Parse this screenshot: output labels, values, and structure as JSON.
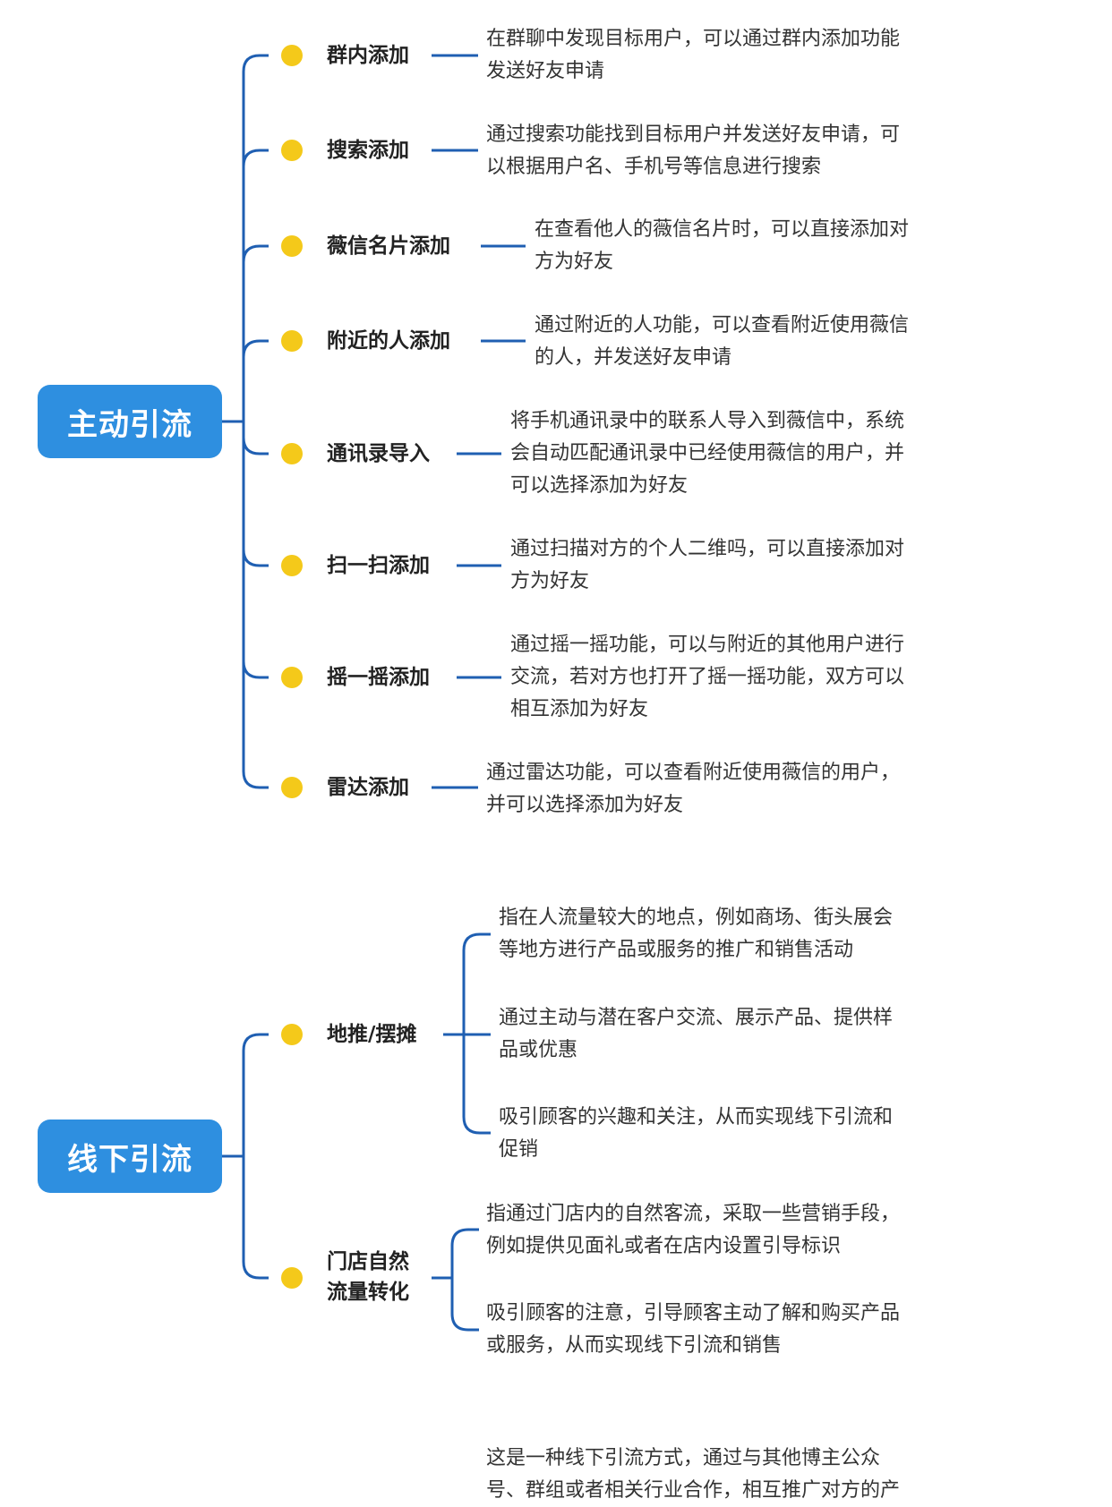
{
  "roots": [
    {
      "label": "主动引流"
    },
    {
      "label": "线下引流"
    }
  ],
  "active_branches": [
    {
      "label": "群内添加",
      "desc": "在群聊中发现目标用户，可以通过群内添加功能\n发送好友申请"
    },
    {
      "label": "搜索添加",
      "desc": "通过搜索功能找到目标用户并发送好友申请，可\n以根据用户名、手机号等信息进行搜索"
    },
    {
      "label": "薇信名片添加",
      "desc": "在查看他人的薇信名片时，可以直接添加对\n方为好友"
    },
    {
      "label": "附近的人添加",
      "desc": "通过附近的人功能，可以查看附近使用薇信\n的人，并发送好友申请"
    },
    {
      "label": "通讯录导入",
      "desc": "将手机通讯录中的联系人导入到薇信中，系统\n会自动匹配通讯录中已经使用薇信的用户，并\n可以选择添加为好友"
    },
    {
      "label": "扫一扫添加",
      "desc": "通过扫描对方的个人二维吗，可以直接添加对\n方为好友"
    },
    {
      "label": "摇一摇添加",
      "desc": "通过摇一摇功能，可以与附近的其他用户进行\n交流，若对方也打开了摇一摇功能，双方可以\n相互添加为好友"
    },
    {
      "label": "雷达添加",
      "desc": "通过雷达功能，可以查看附近使用薇信的用户，\n并可以选择添加为好友"
    }
  ],
  "offline_branches": [
    {
      "label": "地推/摆摊",
      "descs": [
        "指在人流量较大的地点，例如商场、街头展会\n等地方进行产品或服务的推广和销售活动",
        "通过主动与潜在客户交流、展示产品、提供样\n品或优惠",
        "吸引顾客的兴趣和关注，从而实现线下引流和\n促销"
      ]
    },
    {
      "label": "门店自然\n流量转化",
      "descs": [
        "指通过门店内的自然客流，采取一些营销手段，\n例如提供见面礼或者在店内设置引导标识",
        "吸引顾客的注意，引导顾客主动了解和购买产品\n或服务，从而实现线下引流和销售"
      ]
    }
  ],
  "footer_desc": "这是一种线下引流方式，通过与其他博主公众\n号、群组或者相关行业合作，相互推广对方的产"
}
